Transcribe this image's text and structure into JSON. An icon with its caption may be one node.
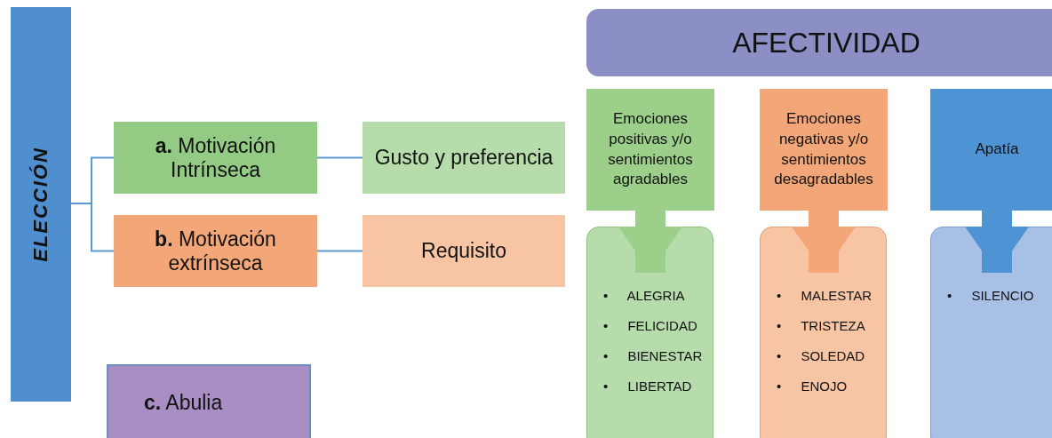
{
  "diagram": {
    "nodes": [
      {
        "text": [
          "ELECCIÓN"
        ]
      },
      {
        "text": [
          "**a.** Motivación Intrínseca"
        ]
      },
      {
        "text": [
          "Gusto y preferencia"
        ]
      },
      {
        "text": [
          "**b.** Motivación extrínseca"
        ]
      },
      {
        "text": [
          "Requisito"
        ]
      },
      {
        "text": [
          "**c.** Abulia"
        ]
      },
      {
        "text": [
          "AFECTIVIDAD"
        ]
      },
      {
        "text": [
          "Emociones positivas y/o sentimientos agradables"
        ]
      },
      {
        "text": [
          "Emociones negativas y/o sentimientos desagradables"
        ]
      },
      {
        "text": [
          "Apatía"
        ]
      },
      {
        "text": [
          "• ALEGRIA",
          "• FELICIDAD",
          "• BIENESTAR",
          "• LIBERTAD"
        ]
      },
      {
        "text": [
          "• MALESTAR",
          "• TRISTEZA",
          "• SOLEDAD",
          "• ENOJO"
        ]
      },
      {
        "text": [
          "• SILENCIO"
        ]
      }
    ],
    "edges": [
      {
        "from": 0,
        "to": 1,
        "arrow": "none"
      },
      {
        "from": 0,
        "to": 3,
        "arrow": "none"
      },
      {
        "from": 1,
        "to": 2,
        "arrow": "none"
      },
      {
        "from": 3,
        "to": 4,
        "arrow": "none"
      },
      {
        "from": 7,
        "to": 10,
        "arrow": "to",
        "style": "thick",
        "color": "#9ccf8a"
      },
      {
        "from": 8,
        "to": 11,
        "arrow": "to",
        "style": "thick",
        "color": "#f3a677"
      },
      {
        "from": 9,
        "to": 12,
        "arrow": "to",
        "style": "thick",
        "color": "#4e93d3"
      }
    ]
  }
}
